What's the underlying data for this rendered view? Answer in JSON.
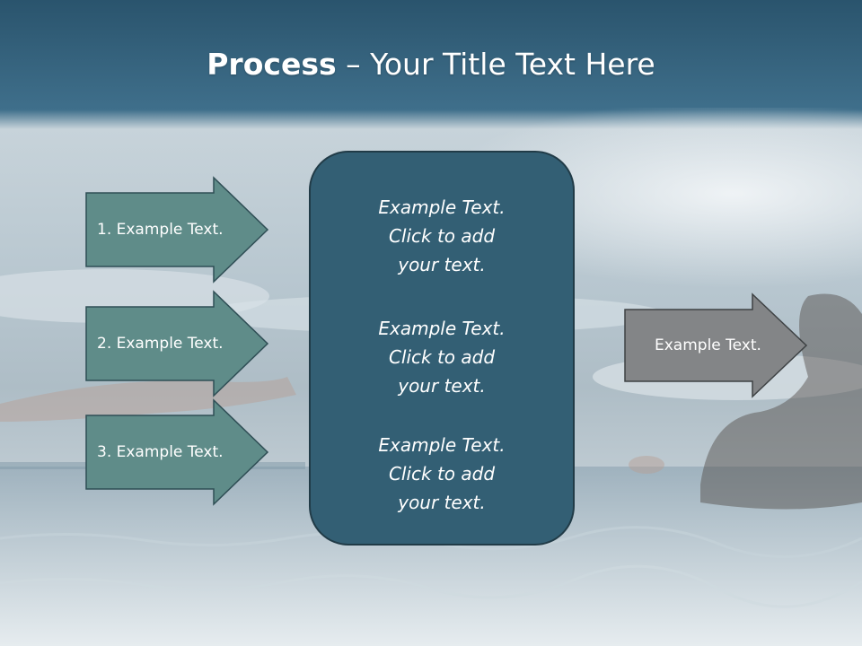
{
  "title": {
    "bold": "Process",
    "rest": " – Your Title Text Here"
  },
  "left_steps": [
    {
      "label": "1. Example Text."
    },
    {
      "label": "2. Example Text."
    },
    {
      "label": "3. Example Text."
    }
  ],
  "center_blocks": [
    {
      "lines": [
        "Example Text.",
        "Click  to add",
        "your text."
      ]
    },
    {
      "lines": [
        "Example Text.",
        "Click  to add",
        "your text."
      ]
    },
    {
      "lines": [
        "Example Text.",
        "Click  to add",
        "your text."
      ]
    }
  ],
  "output": {
    "label": "Example Text."
  },
  "colors": {
    "header_band": "#2b5a73",
    "step_arrow_fill": "#5f8c89",
    "center_box_fill": "#335f74",
    "output_arrow_fill": "#838587"
  }
}
